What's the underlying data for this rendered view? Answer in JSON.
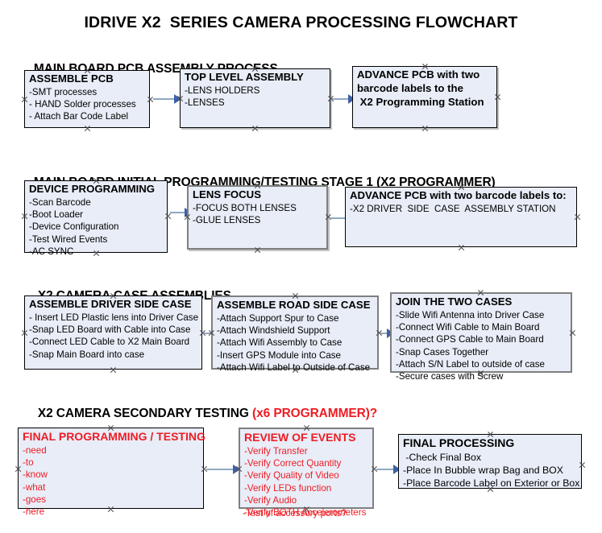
{
  "title": "IDRIVE X2  SERIES CAMERA PROCESSING FLOWCHART",
  "colors": {
    "box_fill": "#e8edf7",
    "box_border": "#000000",
    "box_border_gray": "#7f7f7f",
    "text": "#000000",
    "accent_red": "#ee1c24",
    "arrow_shaft": "#8fa9c4",
    "arrow_head": "#3f60a8",
    "background": "#ffffff"
  },
  "sections": [
    {
      "id": "pcb-assembly",
      "heading": "MAIN BOARD PCB ASSEMBLY PROCESS",
      "heading_accent": "",
      "boxes": [
        {
          "id": "assemble-pcb",
          "title": "ASSEMBLE PCB",
          "lines": [
            "-SMT processes",
            "- HAND Solder processes",
            "- Attach Bar Code Label"
          ]
        },
        {
          "id": "top-level-assembly",
          "title": "TOP LEVEL ASSEMBLY",
          "lines": [
            "-LENS HOLDERS",
            "-LENSES"
          ]
        },
        {
          "id": "advance-pcb-programming-station",
          "title": "ADVANCE PCB with two",
          "lines": [
            "barcode labels to the",
            " X2 Programming Station"
          ]
        }
      ]
    },
    {
      "id": "initial-programming",
      "heading": "MAIN BOARD INITIAL PROGRAMMING/TESTING STAGE 1 (X2 PROGRAMMER)",
      "heading_accent": "",
      "boxes": [
        {
          "id": "device-programming",
          "title": "DEVICE PROGRAMMING",
          "lines": [
            "-Scan Barcode",
            "-Boot Loader",
            "-Device Configuration",
            "-Test Wired Events",
            "-AC SYNC"
          ]
        },
        {
          "id": "lens-focus",
          "title": "LENS FOCUS",
          "lines": [
            "-FOCUS BOTH LENSES",
            "-GLUE LENSES"
          ]
        },
        {
          "id": "advance-pcb-driver-side",
          "title": "ADVANCE PCB with two barcode labels to:",
          "lines": [
            "-X2 DRIVER  SIDE  CASE  ASSEMBLY STATION"
          ]
        }
      ]
    },
    {
      "id": "case-assemblies",
      "heading": "X2 CAMERA CASE ASSEMBLIES",
      "heading_accent": "",
      "boxes": [
        {
          "id": "assemble-driver-side-case",
          "title": "ASSEMBLE DRIVER SIDE CASE",
          "lines": [
            "- Insert LED Plastic lens into Driver Case",
            "-Snap LED Board with Cable into Case",
            "-Connect LED Cable to X2 Main Board",
            "-Snap Main Board into case"
          ]
        },
        {
          "id": "assemble-road-side-case",
          "title": "ASSEMBLE ROAD SIDE CASE",
          "lines": [
            "-Attach Support Spur to Case",
            "-Attach Windshield Support",
            "-Attach Wifi Assembly to Case",
            "-Insert GPS Module into Case",
            "-Attach Wifi Label to Outside of Case"
          ]
        },
        {
          "id": "join-the-two-cases",
          "title": "JOIN THE TWO CASES",
          "lines": [
            "-Slide Wifi Antenna into Driver Case",
            "-Connect Wifi Cable to Main Board",
            "-Connect GPS Cable to Main Board",
            "-Snap Cases Together",
            "-Attach S/N Label to outside of case",
            "-Secure cases with Screw"
          ]
        }
      ]
    },
    {
      "id": "secondary-testing",
      "heading": "X2 CAMERA SECONDARY TESTING ",
      "heading_accent": "(x6 PROGRAMMER)?",
      "boxes": [
        {
          "id": "final-programming-testing",
          "title": "FINAL PROGRAMMING / TESTING",
          "lines": [
            "-need",
            "-to",
            "-know",
            "-what",
            "-goes",
            "-here"
          ]
        },
        {
          "id": "review-of-events",
          "title": "REVIEW OF EVENTS",
          "lines": [
            "-Verify Transfer",
            "-Verify Correct Quantity",
            "-Verify Quality of Video",
            "-Verify LEDs function",
            "-Verify Audio",
            "-Verify BOTH Accelerometers"
          ],
          "overflow_line": "-Test of accessory ports?"
        },
        {
          "id": "final-processing",
          "title": "FINAL PROCESSING",
          "lines": [
            " -Check Final Box",
            "-Place In Bubble wrap Bag and BOX",
            "-Place Barcode Label on Exterior or Box"
          ]
        }
      ]
    }
  ]
}
